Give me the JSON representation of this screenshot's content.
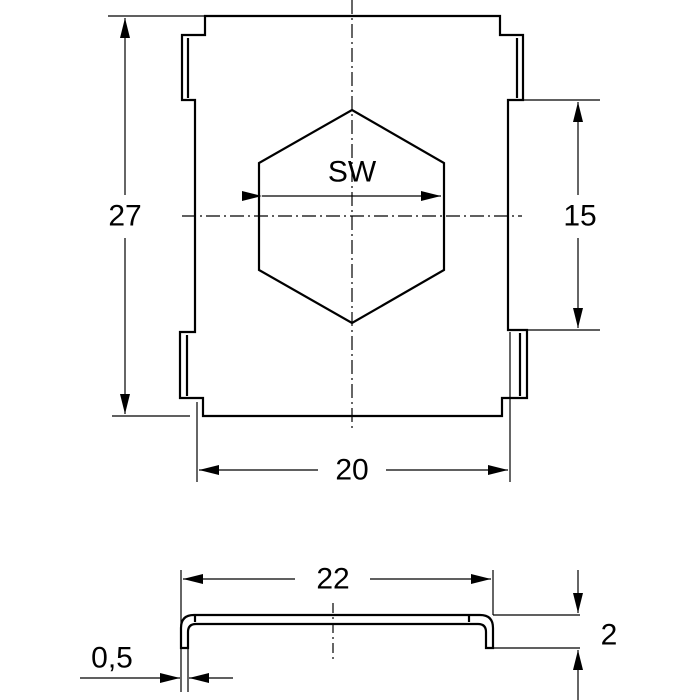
{
  "drawing": {
    "top_view": {
      "hex_label": "SW",
      "dim_height": "27",
      "dim_tab_span": "15",
      "dim_width": "20"
    },
    "side_view": {
      "dim_length": "22",
      "dim_height": "2",
      "dim_thickness": "0,5"
    },
    "line_color": "#000000",
    "background": "#ffffff"
  }
}
